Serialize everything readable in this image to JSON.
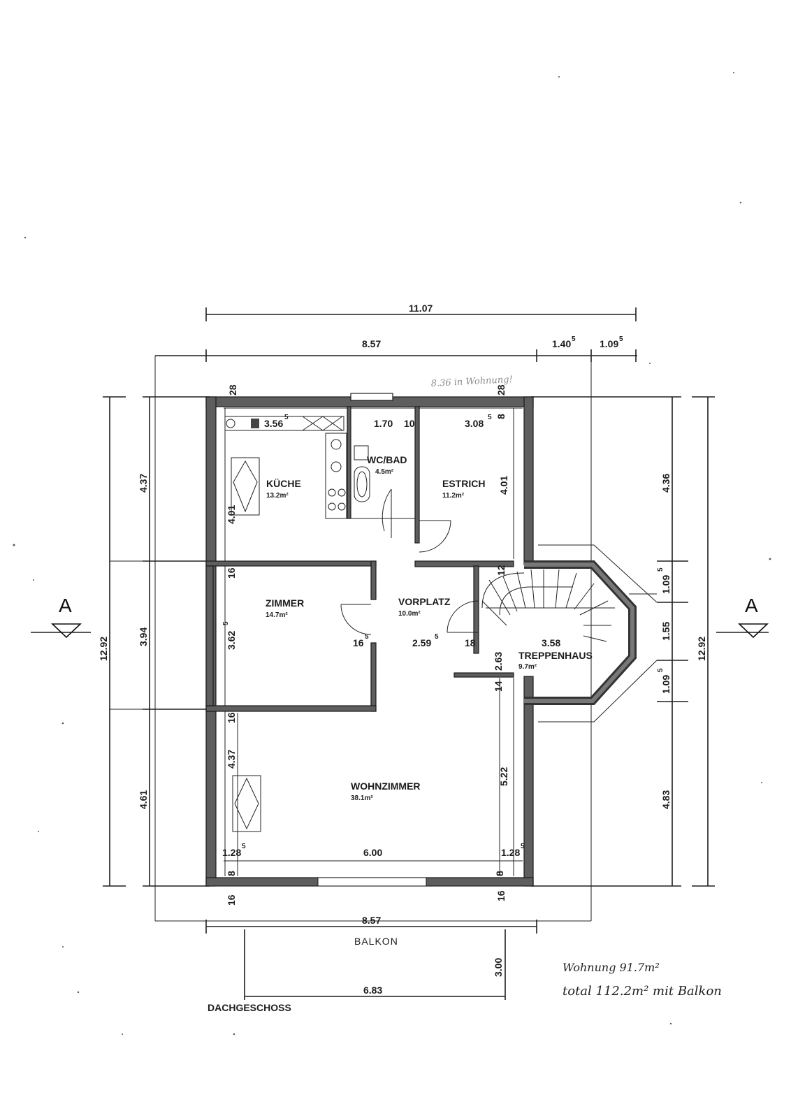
{
  "dimensions": {
    "top_total": "11.07",
    "top_left": "8.57",
    "top_mid": "1.40",
    "top_mid_sup": "5",
    "top_right": "1.09",
    "top_right_sup": "5",
    "bottom": "8.57",
    "left_top": "4.37",
    "left_mid": "3.94",
    "left_bottom": "4.61",
    "left_total": "12.92",
    "right_top": "4.36",
    "right_a": "1.09",
    "right_a_sup": "5",
    "right_b": "1.55",
    "right_c": "1.09",
    "right_c_sup": "5",
    "right_bottom": "4.83",
    "right_total": "12.92",
    "kitchen_width": "3.56",
    "kitchen_width_sup": "5",
    "bath_width": "1.70",
    "wall_10": "10",
    "estrich_width": "3.08",
    "estrich_width_sup": "5",
    "wall_28a": "28",
    "wall_28b": "28",
    "wall_8": "8",
    "kitchen_depth": "4.01",
    "estrich_depth": "4.01",
    "wall_16a": "16",
    "wall_16b": "16",
    "wall_12": "12",
    "zimmer_depth": "3.62",
    "zimmer_depth_sup": "5",
    "wall_16_5": "16",
    "wall_16_5_sup": "5",
    "vorplatz_width": "2.59",
    "vorplatz_width_sup": "5",
    "wall_18": "18",
    "stair_depth": "2.63",
    "stair_width": "3.58",
    "wall_14": "14",
    "wohn_left_depth": "4.37",
    "wohn_right_depth": "5.22",
    "wohn_left_w": "1.28",
    "wohn_left_w_sup": "5",
    "wohn_width": "6.00",
    "wohn_right_w": "1.28",
    "wohn_right_w_sup": "5",
    "wall_8a": "8",
    "wall_8b": "8",
    "wall_16c": "16",
    "wall_16d": "16",
    "balkon_width": "6.83",
    "balkon_depth": "3.00"
  },
  "rooms": {
    "kueche": {
      "name": "KÜCHE",
      "area": "13.2m²"
    },
    "wc": {
      "name": "WC/BAD",
      "area": "4.5m²"
    },
    "estrich": {
      "name": "ESTRICH",
      "area": "11.2m²"
    },
    "zimmer": {
      "name": "ZIMMER",
      "area": "14.7m²"
    },
    "vorplatz": {
      "name": "VORPLATZ",
      "area": "10.0m²"
    },
    "treppenhaus": {
      "name": "TREPPENHAUS",
      "area": "9.7m²"
    },
    "wohnzimmer": {
      "name": "WOHNZIMMER",
      "area": "38.1m²"
    },
    "balkon": {
      "name": "BALKON"
    }
  },
  "labels": {
    "section_left": "A",
    "section_right": "A",
    "floor": "DACHGESCHOSS"
  },
  "notes": {
    "top_note": "8.36 in Wohnung!",
    "wohnung_area": "Wohnung  91.7m²",
    "total_area": "total   112.2m² mit Balkon"
  }
}
